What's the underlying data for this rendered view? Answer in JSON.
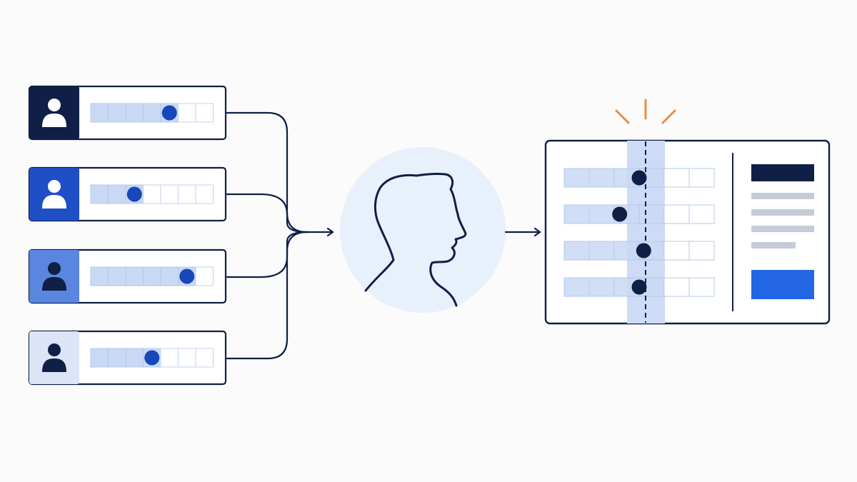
{
  "colors": {
    "navy": "#0f1f45",
    "royal": "#1f4fc6",
    "mid_blue": "#5b86e0",
    "pale_blue": "#dbe5f7",
    "cell_fill": "#c9d9f4",
    "cell_light": "#e9effa",
    "dot": "#1747b8",
    "circle_bg": "#e8f0fb",
    "highlight_band": "#cddcf6",
    "accent_orange": "#ef8a3b",
    "cta_blue": "#2266e3",
    "gray_line": "#c4ccd9"
  },
  "panel": {
    "icons": [
      "person-icon",
      "person-icon",
      "person-icon",
      "person-icon"
    ],
    "icon_styles": [
      "navy",
      "royal",
      "mid",
      "pale"
    ],
    "slider_positions": [
      5,
      3,
      6,
      4
    ],
    "slider_cells": 7
  },
  "reviewer": {
    "icon": "head-silhouette-icon"
  },
  "summary": {
    "rows": 4,
    "row_cells": 6,
    "dot_positions": [
      0.5,
      0.37,
      0.53,
      0.5
    ],
    "text_lines": 4,
    "alert_icon": "spark-icon"
  }
}
